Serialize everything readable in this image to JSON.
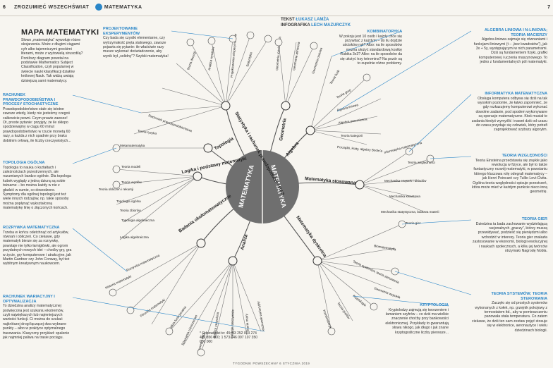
{
  "header": {
    "page_left": "6",
    "page_right": "7",
    "series": "ZROZUMIEĆ WSZECHŚWIAT",
    "section": "MATEMATYKA",
    "text_label": "TEKST",
    "text_author": "ŁUKASZ LAMŻA",
    "infographic_label": "INFOGRAFIKA",
    "infographic_author": "LECH MAZURCZYK"
  },
  "title": "MAPA MATEMATYKI",
  "intro": "Słowo „matematyka” wywołuje różne skojarzenia. Może z długimi ciągami cyfr albo tajemniczymi greckimi literami, może z wyżowielą siruscdilą? Ponižszy diagram powstał na podstawie Mathematics Subject Classification, czyli popularnej w świecie nauki klasyfikacji działów królowej Nauk. Tak widzą uwiają dzisiejszą sami matematycy.",
  "left_boxes": [
    {
      "heading": "RACHUNEK PRAWDOPODOBIEŃSTWA I PROCESY STOCHASTYCZNE",
      "body": "Prawdopodobieństwo stale się istotne zawsze wtedy, kiedy nie jesteśmy czegoś całkowicie pewni. Czym prawie zawsze! Ot, proste pytanie: przyjęty, że ile skłopo spodziewajmy w ciągu 60 minut prawdopodobieństwo w rzucie monetą 60 razy, a każda z nich spadnie przy braku dobitnim orłową, ile liczby rzeczywistych..."
    },
    {
      "heading": "TOPOLOGIA OGÓLNA",
      "body": "Topologia to nauka o kształtach i zależnościach przestrzennych, ale rozumianych bardzo ogólnie. Dla topologa kubek wyglądy z jedną dziurą są sobie tożsame – bo można każdy w nie z gładzić w sumie, co dowodzone. Symptomy dla ogólnej topologii jest też wiele innych rodzajów, np. takie sposoby można popłynąć wykształconą matematykę linię o złączonych końcach."
    },
    {
      "heading": "ROZRYWKA MATEMATYCZNA",
      "body": "Trzeba w końcu odetchnąć od artykułów, równań i obliczeń. Co ciekawe, gdy matematyk bierze się za rozrywkę, powstaje nie tylko łamigłówki, ale ogrom przydatnych nowych idei – choćby gry, gra w życie, gry komputerowe i atrakcyjne, jak Martin Gardner czy John Conway, był też wybitnym kreatywnym naukowcem."
    },
    {
      "heading": "RACHUNEK WARIACYJNY I OPTYMALIZACJA",
      "body": "To dziedzina analizy matematycznej poświęcona jest szukaniu ekstremów, czyli największych lub najmniejszych wartości funkcji. Ci można do szukać najkrótszej drogi łączącej dwa wybrane punkty – albo w praktyce optymalnego trasowania. Klasyczny przykład: spalenie jak najmniej paliwa na trasie pociągu."
    }
  ],
  "top_left_box": {
    "heading": "PROJEKTOWANIE EKSPERYMENTÓW",
    "body": "Czy bada się czystki elementarne, czy wytrzymałość pręta stalowego, zawsze pojawia się pytanie: ile właściwie razy musze wykonać doświadczenie, aby wynik był „solidny”? Szybki matematyka!"
  },
  "right_boxes": [
    {
      "heading": "KOMBINATORYKA",
      "body": "W pokoju jest 10 osób i każdy chce się przywitać z każdym – do ilu dojdzie uścisków rąk? Albo: na ile sposobów można ułożyć standardową kostkę Rubika 3x3? Albo: na ile sposobów da się ułożyć trzy tetromina? Na pozór są to zupełnie różne problemy."
    },
    {
      "heading": "ALGEBRA LINIOWA I N-LINIOWA; TEORIA MACIERZY",
      "body": "Algebra liniowa zajmuje się równaniami i funkcjami liniowymi (t – „bez kwadratów”), jak 3x + 5y, występującymi w nich parametrami. Dziś są fundamentem fizyki, grafiki komputerowej i uczenia maszynowego. To jedno z fundamentalnych pól matematyki."
    },
    {
      "heading": "INFORMATYKA MATEMATYCZNA",
      "body": "Obsługa komputera odbywa się dziś na tak wysokim poziomie, że łatwo zapomnieć, że gdy rozkazujemy komputerowi wykonać dowolne zadanie, pod spodem wykonywane są operacje matematyczne. Ktoś musiał te zadania kiedyś wymyślić i nawet dziś od czasu do czasu przydaje się człowiek, który potrafi zaprojektować szybszy algorytm."
    },
    {
      "heading": "TEORIA WZGLĘDNOŚCI",
      "body": "Teoria Einsteina przedstawia się zwykle jako rewolucja w fizyce, ale był to także fantastyczny rozwój matematyki, w powstaniu którego kluczowa rolę odegrali matematycy – jak Henri Poincaré czy Tullio Levi-Civita. Ogólna teoria względności opisuje przestrzeń, która może mieć w każdym punkcie nieco inną geometrię."
    },
    {
      "heading": "TEORIA GIER",
      "body": "Dziedzina ta bada zachowanie wydzielającą racjonalnych „graczy”, którzy muszą przewidywać, podzielić się pieniędzmi albo wchodzić w interesy. Teoria gier znalazła zastosowanie w ekonomii, biologii ewolucyjnej i naukach społecznych, a kilku jej twórców otrzymało Nagrodę Nobla."
    },
    {
      "heading": "TEORIA SYSTEMÓW; TEORIA STEROWANIA",
      "body": "Zaczęło się od prostych systemów wykonanych z kołek, np. grzejnik pokojowy z termostatem itd., aby w pomieszczeniu panowała stała temperatura. Co zatem ciekawe, że dziś ten sam zestaw pojęć stosuje się w elektronice, aeronautyce i wielu dziedzinach biologii."
    },
    {
      "heading": "KRYPTOLOGIA",
      "body": "Kryptolodzy zajmują się tworzeniem i łamaniem szyfrów – co dziś ma wielkie znaczenie choćby przy bankowości elektronicznej. Przykłady to gwarantują słowa nikogo, jak długo i jak znane kryptograficzne liczby pierwsze..."
    }
  ],
  "center": {
    "left": "MATEMATYKA",
    "right": "MATEMATYKA"
  },
  "branches": {
    "topologia": "Topologia",
    "logika": "Logika i podstawy matematyki",
    "badania": "Badania okołomatematyczne",
    "analiza": "Analiza",
    "statystyka": "Statystyka i rachunek prawdopodobieństwa",
    "geometria": "Geometria",
    "algebra": "Algebra",
    "stosowana": "Matematyka stosowana",
    "dyskretna": "Matematyka dyskretna"
  },
  "leaves": {
    "stat": [
      "Teoria decyzji",
      "Analiza wyników",
      "Projektowanie eksperymentów",
      "Statystyka",
      "Rachunek prawdopodobieństwa",
      "Teoria ryzyka"
    ],
    "topo": [
      "Metamatematyka",
      "Teoria modeli",
      "Teoria węzłów",
      "Topologia ogólna",
      "Topologia algebraiczna"
    ],
    "logika": [
      "Teoria obliczeń i rekursji",
      "Teoria zbiorów",
      "Logika algebraiczna"
    ],
    "badania": [
      "Historia matematyki",
      "Rozrywka matematyczna",
      "Filozofia matematyki"
    ],
    "analiza": [
      "Analiza funkcjonalna",
      "Równania różniczkowe",
      "Szeregi i ciągi",
      "Analiza zespolona",
      "Funkcje rzeczywiste",
      "Teoria miary",
      "Rachunek wariacyjny"
    ],
    "geometria": [
      "Geometria różniczkowa",
      "Geometria afiniczna",
      "Geometria rzutowa"
    ],
    "algebra": [
      "Teoria liczb",
      "Teoria grup",
      "Algebra liniowa",
      "Algebra przemienna",
      "Teoria kategorii",
      "Porządki, kraty, algebry Boole'a"
    ],
    "stosowana": [
      "Informatyka matematyczna",
      "Teoria względności",
      "Mechanika cząstek i układów",
      "Mechanika kwantowa",
      "Mechanika statystyczna, budowa materii"
    ],
    "dyskretna": [
      "Teoria gier",
      "Biomatematyka",
      "Teoria systemów, teoria sterowania",
      "Geometria wypukła",
      "Kryptologia",
      "Teoria grafów",
      "Kombinatoryka"
    ]
  },
  "footnote": "* Odpowiedzi to: 45; 43 252 003 274 489 856 000; 1 573 146 097 107 350 000 000",
  "footer": "TYGODNIK POWSZECHNY 6 STYCZNIA 2019"
}
